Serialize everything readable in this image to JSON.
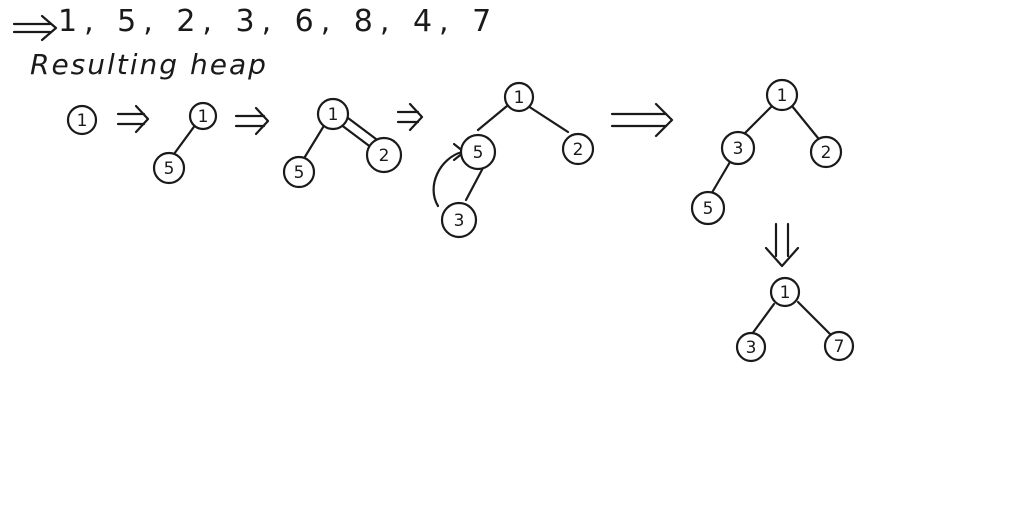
{
  "sequence": "1, 5, 2, 3, 6, 8, 4, 7",
  "caption": "Resulting heap",
  "steps": [
    {
      "nodes": [
        "1"
      ]
    },
    {
      "nodes": [
        "1",
        "5"
      ]
    },
    {
      "nodes": [
        "1",
        "5",
        "2"
      ]
    },
    {
      "nodes": [
        "1",
        "5",
        "2",
        "3"
      ]
    },
    {
      "nodes": [
        "1",
        "3",
        "2",
        "5"
      ]
    },
    {
      "nodes": [
        "1",
        "3",
        "7"
      ]
    }
  ],
  "ink_color": "#1a1a1a"
}
